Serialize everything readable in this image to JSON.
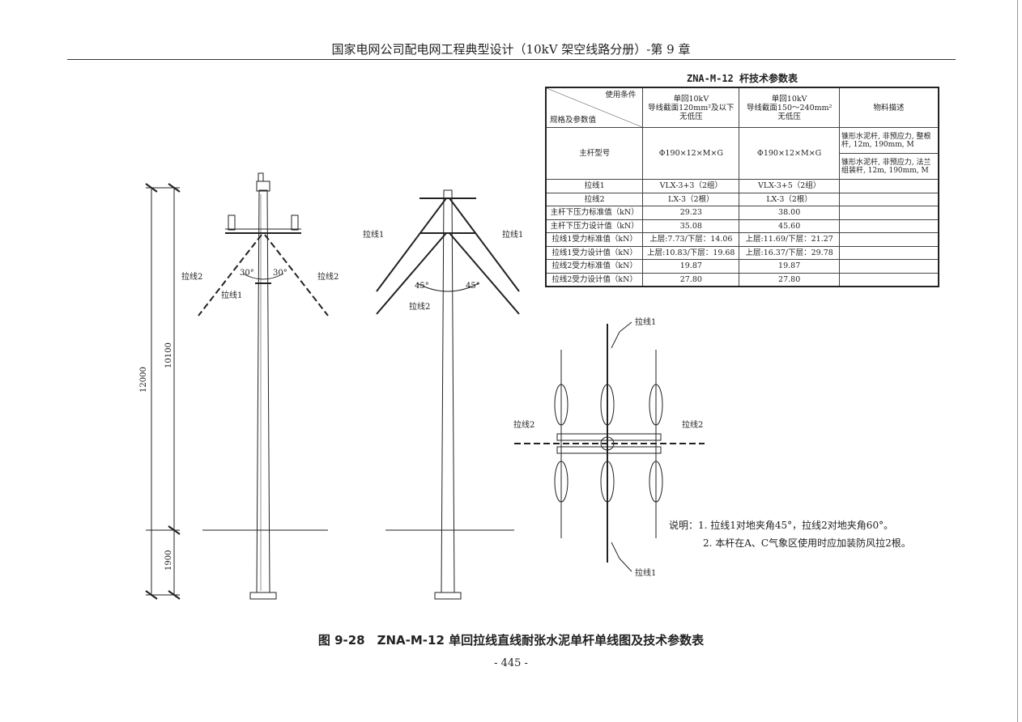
{
  "header": {
    "title": "国家电网公司配电网工程典型设计（10kV 架空线路分册）-第 9 章"
  },
  "table": {
    "title": "ZNA-M-12 杆技术参数表",
    "header": {
      "condition": "使用条件",
      "spec": "规格及参数值",
      "col1": [
        "单回10kV",
        "导线截面120mm²及以下",
        "无低压"
      ],
      "col2": [
        "单回10kV",
        "导线截面150～240mm²",
        "无低压"
      ],
      "col3": "物料描述"
    },
    "main_pole": {
      "label": "主杆型号",
      "col1": "Φ190×12×M×G",
      "col2": "Φ190×12×M×G",
      "materials": [
        "锥形水泥杆, 非预应力, 整根杆, 12m, 190mm, M",
        "锥形水泥杆, 非预应力, 法兰组装杆, 12m, 190mm, M"
      ]
    },
    "rows": [
      {
        "label": "拉线1",
        "col1": "VLX-3+3（2组）",
        "col2": "VLX-3+5（2组）"
      },
      {
        "label": "拉线2",
        "col1": "LX-3（2根）",
        "col2": "LX-3（2根）"
      },
      {
        "label": "主杆下压力标准值（kN）",
        "col1": "29.23",
        "col2": "38.00"
      },
      {
        "label": "主杆下压力设计值（kN）",
        "col1": "35.08",
        "col2": "45.60"
      },
      {
        "label": "拉线1受力标准值（kN）",
        "col1": "上层:7.73/下层：14.06",
        "col2": "上层:11.69/下层：21.27"
      },
      {
        "label": "拉线1受力设计值（kN）",
        "col1": "上层:10.83/下层：19.68",
        "col2": "上层:16.37/下层：29.78"
      },
      {
        "label": "拉线2受力标准值（kN）",
        "col1": "19.87",
        "col2": "19.87"
      },
      {
        "label": "拉线2受力设计值（kN）",
        "col1": "27.80",
        "col2": "27.80"
      }
    ]
  },
  "drawing": {
    "dim_total": "12000",
    "dim_above": "10100",
    "dim_below": "1900",
    "angle30": "30°",
    "angle45": "45°",
    "guy1": "拉线1",
    "guy2": "拉线2"
  },
  "notes": [
    "说明：1. 拉线1对地夹角45°，拉线2对地夹角60°。",
    "2. 本杆在A、C气象区使用时应加装防风拉2根。"
  ],
  "caption": "图 9-28　ZNA-M-12 单回拉线直线耐张水泥单杆单线图及技术参数表",
  "page": "- 445 -"
}
